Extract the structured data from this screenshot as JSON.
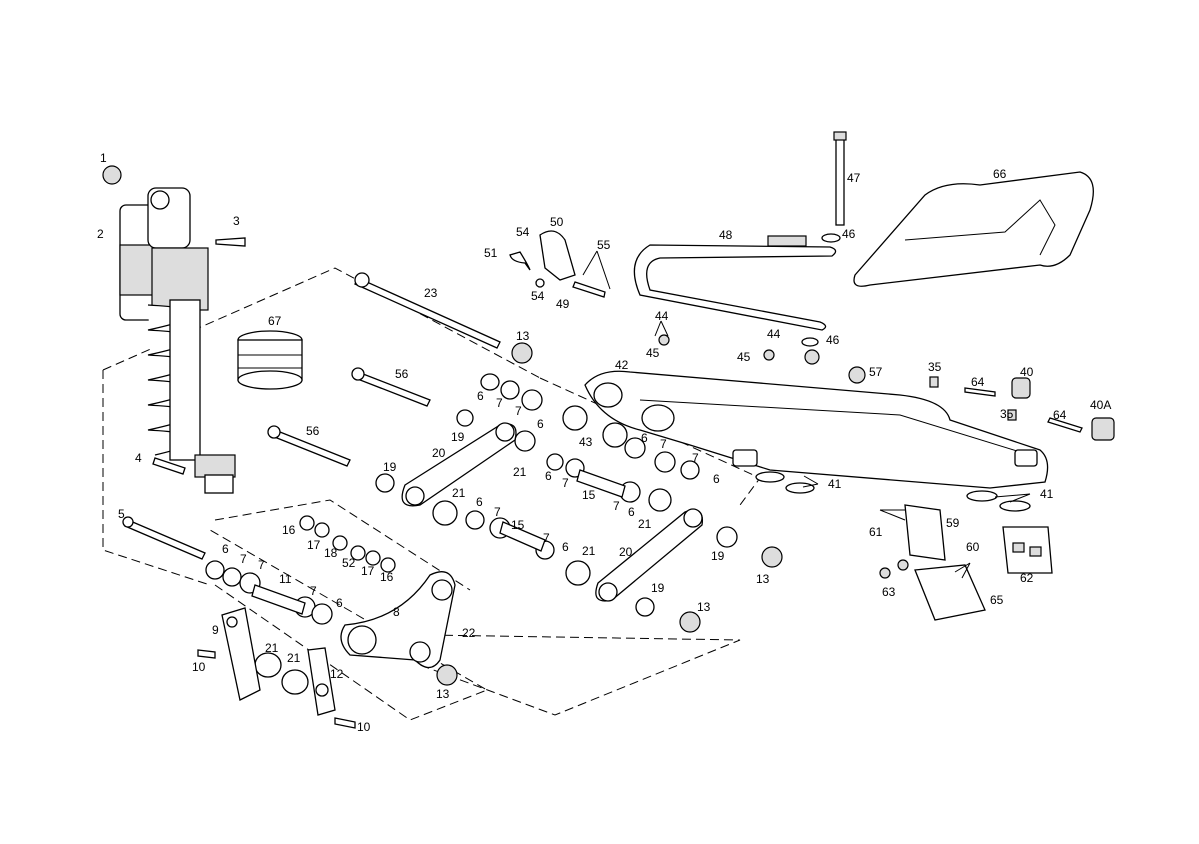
{
  "diagram": {
    "labels": {
      "l1": "1",
      "l2": "2",
      "l3": "3",
      "l4": "4",
      "l5": "5",
      "l6a": "6",
      "l6b": "6",
      "l6c": "6",
      "l6d": "6",
      "l6e": "6",
      "l6f": "6",
      "l6g": "6",
      "l6h": "6",
      "l6i": "6",
      "l6j": "6",
      "l7a": "7",
      "l7b": "7",
      "l7c": "7",
      "l7d": "7",
      "l7e": "7",
      "l7f": "7",
      "l7g": "7",
      "l7h": "7",
      "l7i": "7",
      "l7j": "7",
      "l7k": "7",
      "l8": "8",
      "l9": "9",
      "l10a": "10",
      "l10b": "10",
      "l11": "11",
      "l12": "12",
      "l13a": "13",
      "l13b": "13",
      "l13c": "13",
      "l13d": "13",
      "l15a": "15",
      "l15b": "15",
      "l16a": "16",
      "l16b": "16",
      "l17a": "17",
      "l17b": "17",
      "l18": "18",
      "l19a": "19",
      "l19b": "19",
      "l19c": "19",
      "l19d": "19",
      "l20a": "20",
      "l20b": "20",
      "l21a": "21",
      "l21b": "21",
      "l21c": "21",
      "l21d": "21",
      "l21e": "21",
      "l21f": "21",
      "l22": "22",
      "l23": "23",
      "l35a": "35",
      "l35b": "35",
      "l40": "40",
      "l40A": "40A",
      "l41a": "41",
      "l41b": "41",
      "l42": "42",
      "l43": "43",
      "l44a": "44",
      "l44b": "44",
      "l45a": "45",
      "l45b": "45",
      "l46a": "46",
      "l46b": "46",
      "l47": "47",
      "l48": "48",
      "l49": "49",
      "l50": "50",
      "l51": "51",
      "l52": "52",
      "l54a": "54",
      "l54b": "54",
      "l55": "55",
      "l56a": "56",
      "l56b": "56",
      "l57": "57",
      "l59": "59",
      "l60": "60",
      "l61": "61",
      "l62": "62",
      "l63": "63",
      "l64a": "64",
      "l64b": "64",
      "l65": "65",
      "l66": "66",
      "l67": "67"
    }
  }
}
